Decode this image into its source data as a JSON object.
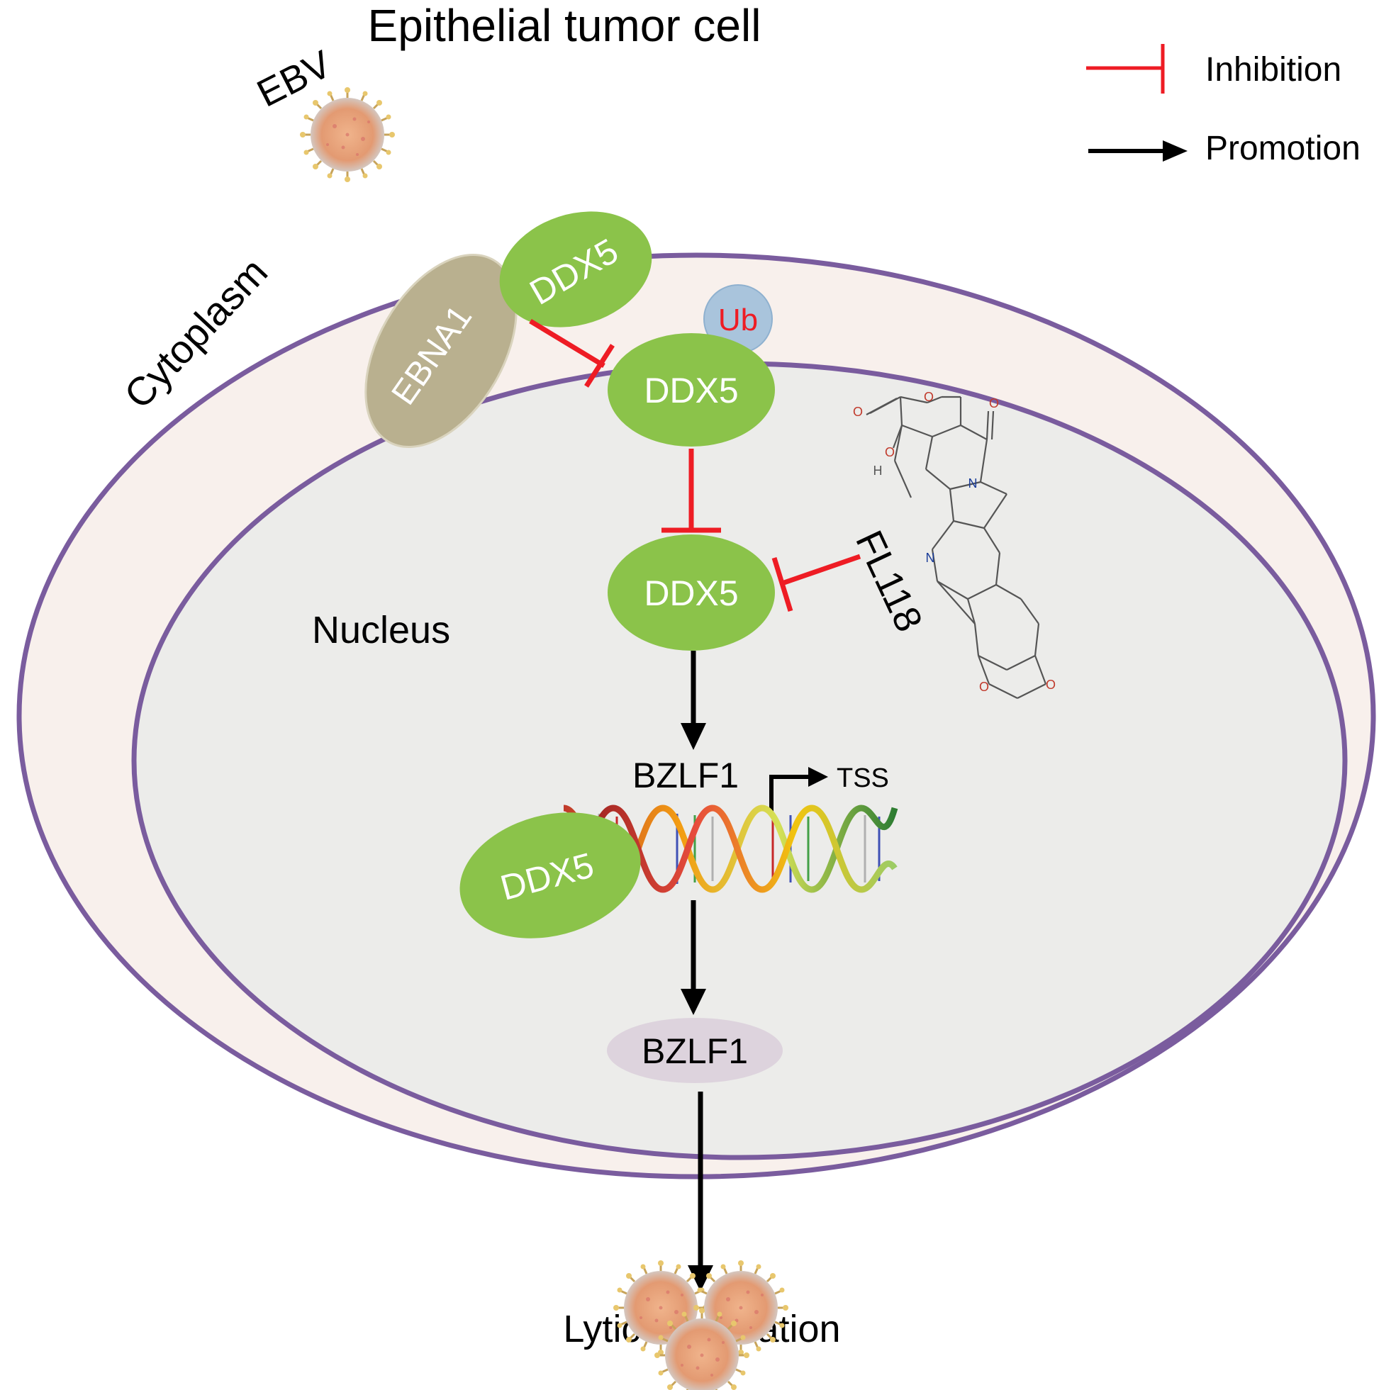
{
  "title": "Epithelial tumor cell",
  "legend": {
    "inhibition": "Inhibition",
    "promotion": "Promotion"
  },
  "labels": {
    "virus": "EBV",
    "cytoplasm": "Cytoplasm",
    "nucleus": "Nucleus",
    "ebna1": "EBNA1",
    "ddx5_bound": "DDX5",
    "ubiquitin": "Ub",
    "ddx5_ub": "DDX5",
    "ddx5_free": "DDX5",
    "drug": "FL118",
    "bzlf1_gene": "BZLF1",
    "tss": "TSS",
    "ddx5_dna": "DDX5",
    "bzlf1_protein": "BZLF1",
    "lytic": "Lytic Replication"
  },
  "colors": {
    "inhibit": "#ee1c24",
    "promote": "#000000",
    "membrane": "#7a5c9e",
    "cytoplasm_fill": "#f8f0ec",
    "nucleus_fill": "#ececea",
    "ddx5": "#8bc34a",
    "ebna1": "#b9b08f",
    "ub": "#a9c4dc",
    "bzlf1_protein": "#ddd3dd",
    "virus": "#e2a07a"
  },
  "molecule": {
    "atoms": [
      "O",
      "O",
      "O",
      "O",
      "H",
      "N",
      "N",
      "O",
      "O"
    ]
  }
}
